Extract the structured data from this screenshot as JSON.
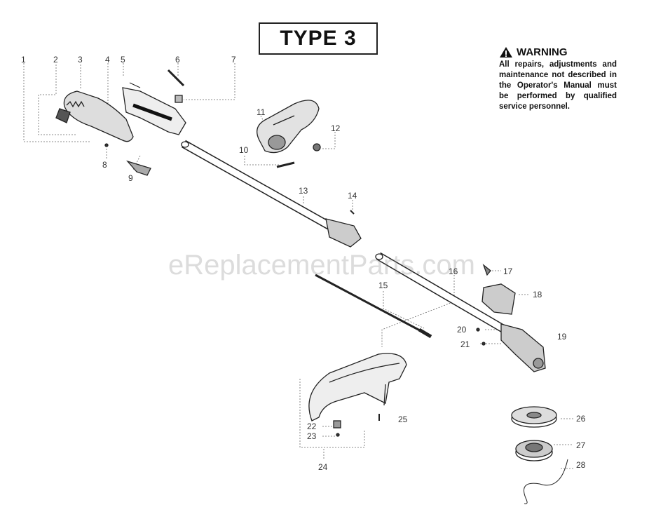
{
  "title": "TYPE 3",
  "warning": {
    "heading": "WARNING",
    "text": "All repairs, adjustments and maintenance not described in the Operator's Manual must be performed by qualified service personnel."
  },
  "watermark": "eReplacementParts.com",
  "part_numbers": [
    "1",
    "2",
    "3",
    "4",
    "5",
    "6",
    "7",
    "8",
    "9",
    "10",
    "11",
    "12",
    "13",
    "14",
    "15",
    "16",
    "17",
    "18",
    "19",
    "20",
    "21",
    "22",
    "23",
    "24",
    "25",
    "26",
    "27",
    "28"
  ]
}
